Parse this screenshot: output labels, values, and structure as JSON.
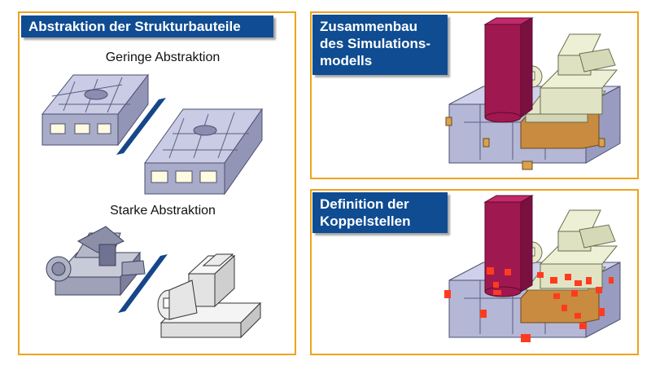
{
  "left_panel": {
    "title": "Abstraktion der Strukturbauteile",
    "caption_low": "Geringe Abstraktion",
    "caption_high": "Starke Abstraktion"
  },
  "top_right_panel": {
    "title_lines": [
      "Zusammenbau",
      "des Simulations-",
      "modells"
    ]
  },
  "bottom_right_panel": {
    "title_lines": [
      "Definition der",
      "Koppelstellen"
    ]
  },
  "colors": {
    "frame": "#f0a21c",
    "header": "#0f4c92",
    "column": "#a01850",
    "base": "#b9bcd9",
    "spindle_head": "#e4e7c9",
    "table": "#c98b3f",
    "coupling_points": "#ff3b1f"
  }
}
